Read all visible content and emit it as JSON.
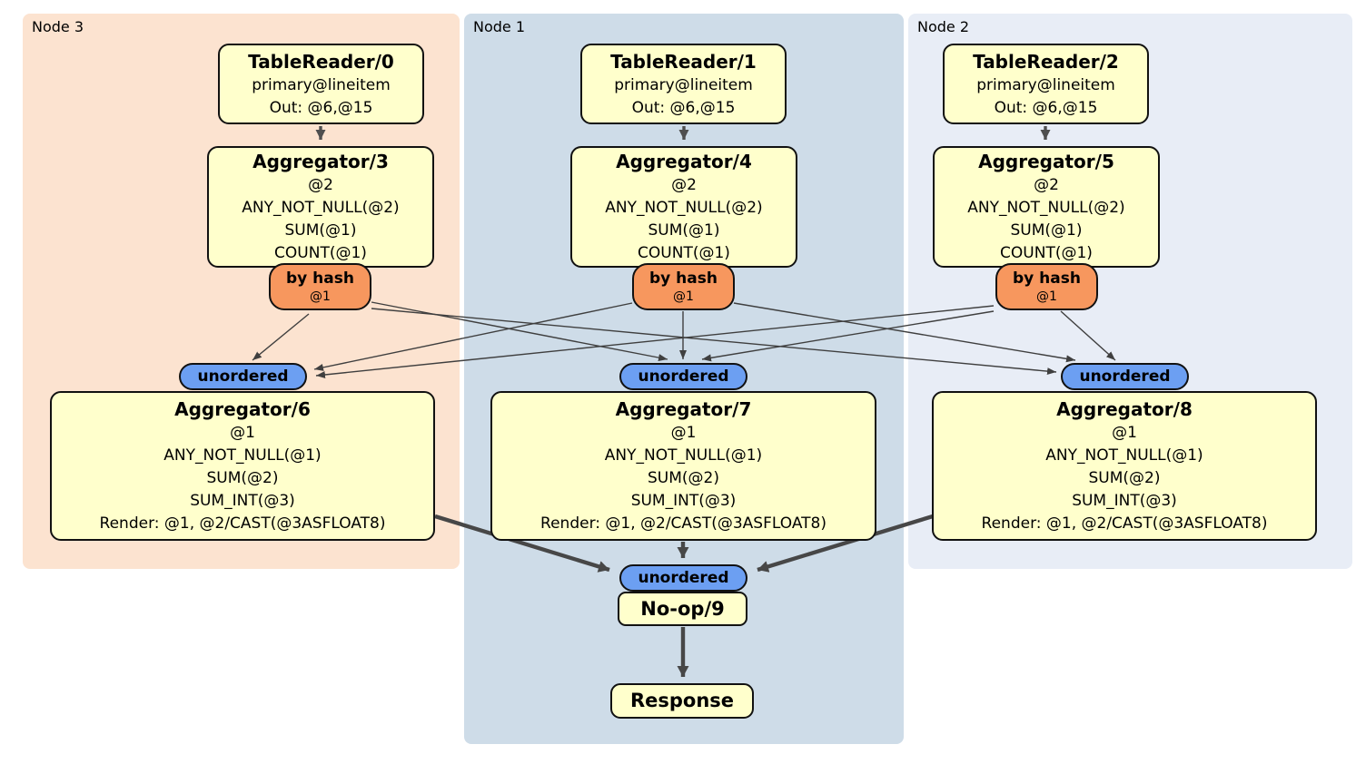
{
  "colors": {
    "node3_bg": "#fce3d0",
    "node1_bg": "#cedce8",
    "node2_bg": "#e8edf6",
    "operator_box_fill": "#ffffcc",
    "hash_router_fill": "#f7975e",
    "stream_router_fill": "#6c9ff2",
    "edge_color": "#3f3f3f"
  },
  "regions": {
    "node3": {
      "label": "Node 3",
      "table_reader": {
        "title": "TableReader/0",
        "l1": "primary@lineitem",
        "l2": "Out: @6,@15"
      },
      "aggregator_top": {
        "title": "Aggregator/3",
        "l1": "@2",
        "l2": "ANY_NOT_NULL(@2)",
        "l3": "SUM(@1)",
        "l4": "COUNT(@1)"
      },
      "hash_router": {
        "label": "by hash",
        "detail": "@1"
      },
      "unordered_router": {
        "label": "unordered"
      },
      "aggregator_bottom": {
        "title": "Aggregator/6",
        "l1": "@1",
        "l2": "ANY_NOT_NULL(@1)",
        "l3": "SUM(@2)",
        "l4": "SUM_INT(@3)",
        "l5": "Render: @1, @2/CAST(@3ASFLOAT8)"
      }
    },
    "node1": {
      "label": "Node 1",
      "table_reader": {
        "title": "TableReader/1",
        "l1": "primary@lineitem",
        "l2": "Out: @6,@15"
      },
      "aggregator_top": {
        "title": "Aggregator/4",
        "l1": "@2",
        "l2": "ANY_NOT_NULL(@2)",
        "l3": "SUM(@1)",
        "l4": "COUNT(@1)"
      },
      "hash_router": {
        "label": "by hash",
        "detail": "@1"
      },
      "unordered_router": {
        "label": "unordered"
      },
      "aggregator_bottom": {
        "title": "Aggregator/7",
        "l1": "@1",
        "l2": "ANY_NOT_NULL(@1)",
        "l3": "SUM(@2)",
        "l4": "SUM_INT(@3)",
        "l5": "Render: @1, @2/CAST(@3ASFLOAT8)"
      },
      "final_router": {
        "label": "unordered"
      },
      "noop": {
        "title": "No-op/9"
      },
      "response": {
        "title": "Response"
      }
    },
    "node2": {
      "label": "Node 2",
      "table_reader": {
        "title": "TableReader/2",
        "l1": "primary@lineitem",
        "l2": "Out: @6,@15"
      },
      "aggregator_top": {
        "title": "Aggregator/5",
        "l1": "@2",
        "l2": "ANY_NOT_NULL(@2)",
        "l3": "SUM(@1)",
        "l4": "COUNT(@1)"
      },
      "hash_router": {
        "label": "by hash",
        "detail": "@1"
      },
      "unordered_router": {
        "label": "unordered"
      },
      "aggregator_bottom": {
        "title": "Aggregator/8",
        "l1": "@1",
        "l2": "ANY_NOT_NULL(@1)",
        "l3": "SUM(@2)",
        "l4": "SUM_INT(@3)",
        "l5": "Render: @1, @2/CAST(@3ASFLOAT8)"
      }
    }
  }
}
